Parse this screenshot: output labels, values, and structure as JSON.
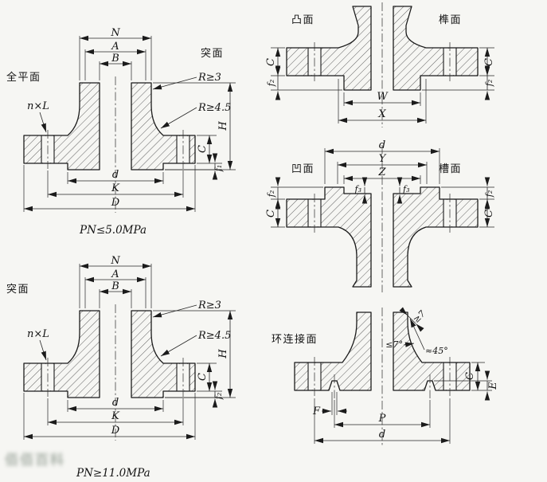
{
  "colors": {
    "paper": "#f6f6f3",
    "ink": "#1b1b1b"
  },
  "figures": {
    "fig1": {
      "face_left": "全平面",
      "face_right": "突面",
      "pressure": "PN≤5.0MPa",
      "dims": {
        "N": "N",
        "A": "A",
        "B": "B",
        "R3": "R≥3",
        "R45": "R≥4.5",
        "nL": "n×L",
        "H": "H",
        "C": "C",
        "f1": "f₁",
        "d": "d",
        "K": "K",
        "D": "D"
      }
    },
    "fig2": {
      "face": "突面",
      "pressure": "PN≥11.0MPa",
      "dims": {
        "N": "N",
        "A": "A",
        "B": "B",
        "R3": "R≥3",
        "R45": "R≥4.5",
        "nL": "n×L",
        "H": "H",
        "C": "C",
        "f2": "f₂",
        "d": "d",
        "K": "K",
        "D": "D"
      }
    },
    "fig3": {
      "face_left": "凸面",
      "face_right": "榫面",
      "dims": {
        "W": "W",
        "X": "X",
        "C_left": "C",
        "f2_left": "f₂",
        "C_right": "C",
        "f2_right": "f₂"
      }
    },
    "fig4": {
      "face_left": "凹面",
      "face_right": "槽面",
      "dims": {
        "d": "d",
        "Y": "Y",
        "Z": "Z",
        "f3_left": "f₃",
        "f3_right": "f₃",
        "f2_left": "f₂",
        "C_left": "C",
        "f2_right": "f₂",
        "C_right": "C"
      }
    },
    "fig5": {
      "face": "环连接面",
      "annotations": {
        "min7": "≥7",
        "slope": "≤7°",
        "bevel": "≈45°"
      },
      "dims": {
        "F": "F",
        "P": "P",
        "d": "d",
        "C": "C",
        "E": "E"
      }
    }
  },
  "watermark": {
    "text": "佰佰百科"
  }
}
